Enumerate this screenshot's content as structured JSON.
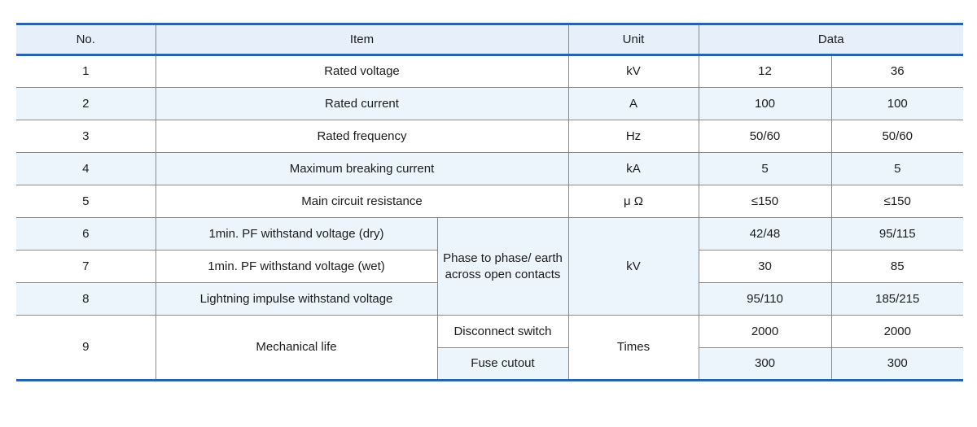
{
  "colors": {
    "accent_blue": "#2b62ad",
    "grid_gray": "#8a8a8a",
    "stripe_blue": "#ecf4fc",
    "header_blue": "#e6effa",
    "text": "#1c1c1c"
  },
  "header": {
    "no": "No.",
    "item": "Item",
    "unit": "Unit",
    "data": "Data"
  },
  "rows": {
    "r1": {
      "no": "1",
      "item": "Rated voltage",
      "unit": "kV",
      "d1": "12",
      "d2": "36"
    },
    "r2": {
      "no": "2",
      "item": "Rated current",
      "unit": "A",
      "d1": "100",
      "d2": "100"
    },
    "r3": {
      "no": "3",
      "item": "Rated frequency",
      "unit": "Hz",
      "d1": "50/60",
      "d2": "50/60"
    },
    "r4": {
      "no": "4",
      "item": "Maximum breaking current",
      "unit": "kA",
      "d1": "5",
      "d2": "5"
    },
    "r5": {
      "no": "5",
      "item": "Main circuit resistance",
      "unit": "μ Ω",
      "d1": "≤150",
      "d2": "≤150"
    },
    "r6": {
      "no": "6",
      "item": "1min. PF withstand voltage (dry)",
      "condition": "Phase to phase/ earth across open contacts",
      "unit": "kV",
      "d1": "42/48",
      "d2": "95/115"
    },
    "r7": {
      "no": "7",
      "item": "1min. PF withstand voltage (wet)",
      "d1": "30",
      "d2": "85"
    },
    "r8": {
      "no": "8",
      "item": "Lightning impulse withstand voltage",
      "d1": "95/110",
      "d2": "185/215"
    },
    "r9": {
      "no": "9",
      "item": "Mechanical life",
      "sub1": "Disconnect switch",
      "sub2": "Fuse cutout",
      "unit": "Times",
      "d1a": "2000",
      "d2a": "2000",
      "d1b": "300",
      "d2b": "300"
    }
  }
}
